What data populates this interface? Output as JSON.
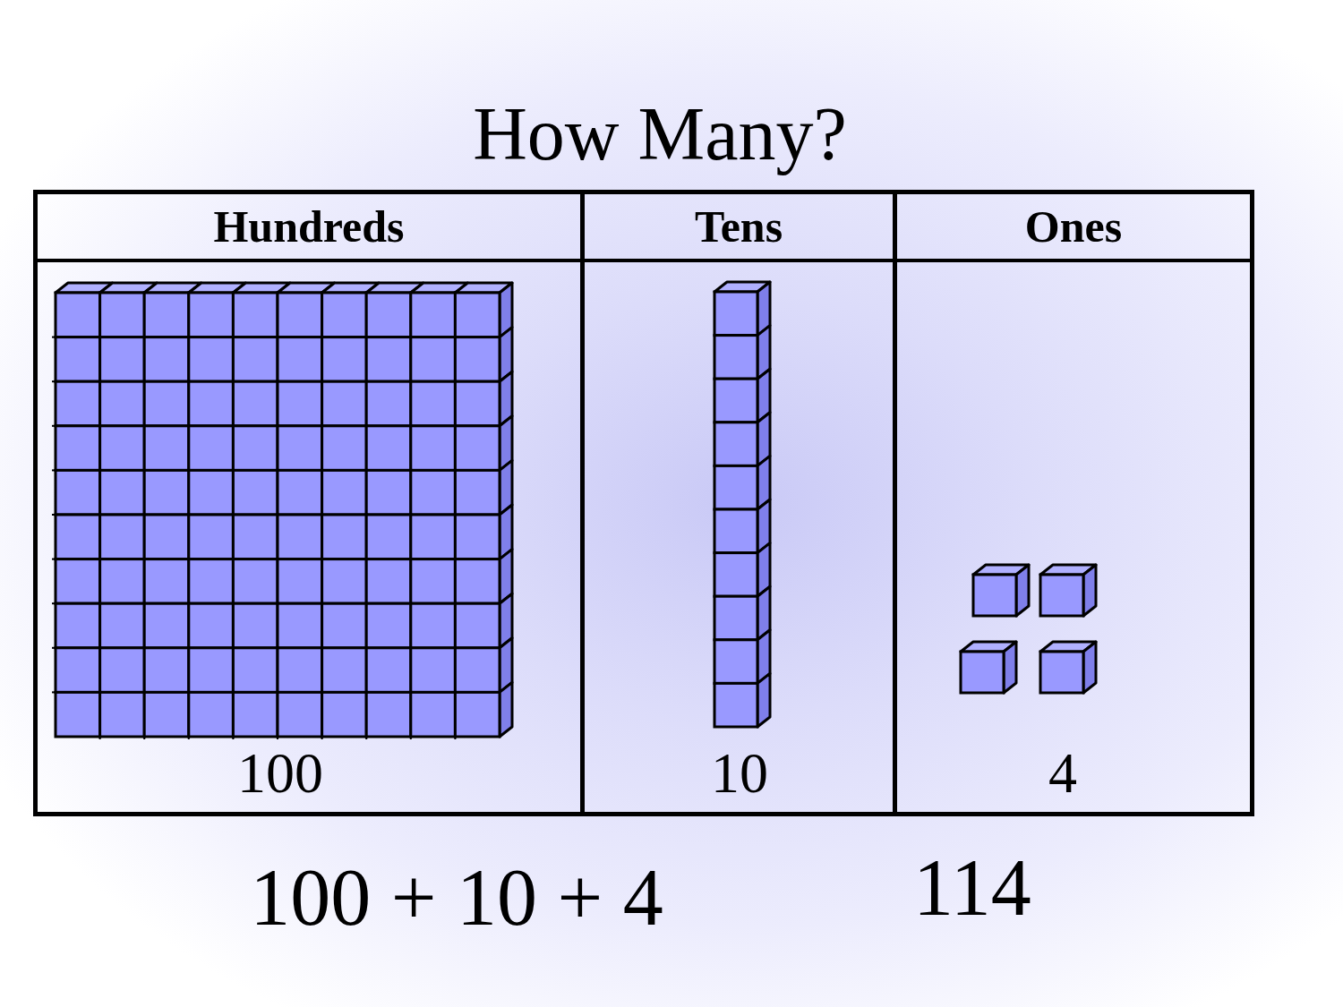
{
  "diagram": {
    "title": "How Many?",
    "nodes": [
      {
        "text": [
          "Hundreds",
          "100"
        ]
      },
      {
        "text": [
          "Tens",
          "10"
        ]
      },
      {
        "text": [
          "Ones",
          "4"
        ]
      }
    ],
    "labels": [
      "100 + 10 + 4",
      "114"
    ]
  }
}
